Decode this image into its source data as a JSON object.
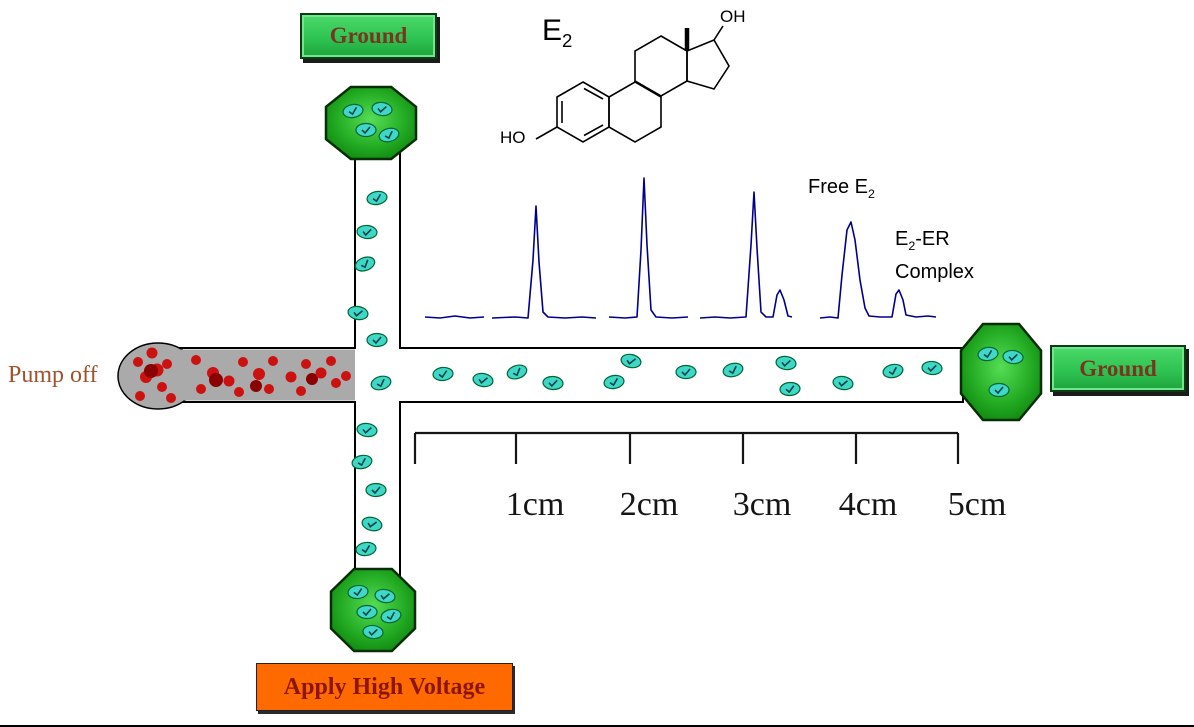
{
  "buttons": {
    "ground_top": {
      "label": "Ground"
    },
    "ground_right": {
      "label": "Ground"
    },
    "apply_high_voltage": {
      "label": "Apply High Voltage"
    }
  },
  "labels": {
    "pump_off": "Pump off",
    "free_e2_base": "Free E",
    "free_e2_sub": "2",
    "complex_pre": "E",
    "complex_sub": "2",
    "complex_post": "-ER",
    "complex_line2": "Complex",
    "molecule_base": "E",
    "molecule_sub": "2",
    "oh": "OH",
    "ho": "HO"
  },
  "ruler": {
    "labels": [
      "1cm",
      "2cm",
      "3cm",
      "4cm",
      "5cm"
    ]
  },
  "electropherogram": {
    "main_peaks_cm": [
      1,
      2,
      3,
      4
    ],
    "main_peak_relative_heights": [
      0.8,
      1.0,
      0.9,
      0.69
    ],
    "satellite_peaks_cm": [
      3.3,
      4.4
    ],
    "satellite_relative_height": 0.2
  },
  "colors": {
    "reservoir_green": "#1fa33c",
    "button_green": "#2ec452",
    "button_orange": "#ff6a00",
    "button_text_brown": "#7a3520",
    "orange_button_text": "#8b1500",
    "pump_off_text": "#a0522d",
    "trace_blue": "#00008b",
    "molecule_teal": "#3fd8c8",
    "sample_red": "#cc1111",
    "pump_gray": "#aaaaaa"
  }
}
